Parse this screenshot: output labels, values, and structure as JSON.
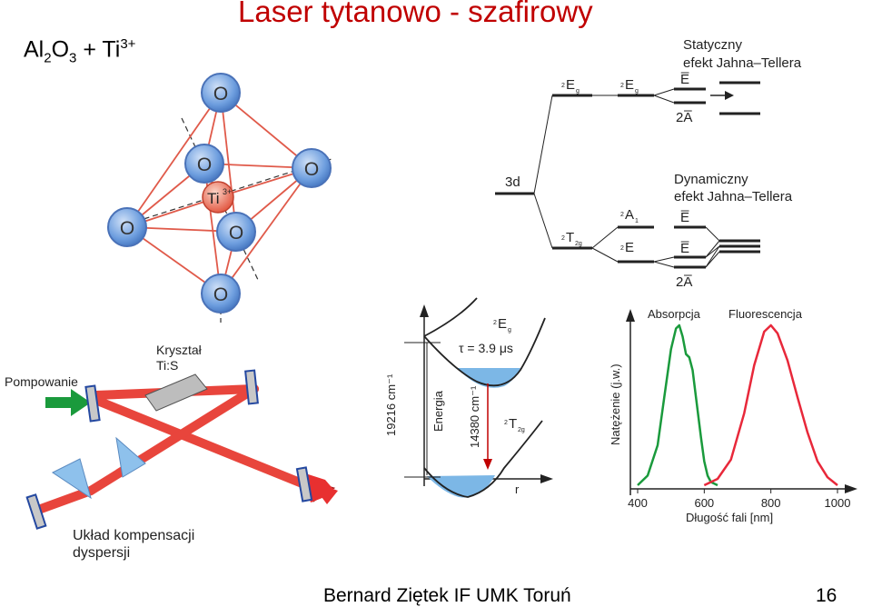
{
  "slide": {
    "title": "Laser tytanowo - szafirowy",
    "formula": {
      "base": "Al",
      "sub1": "2",
      "mid": "O",
      "sub2": "3",
      "plus": " + Ti",
      "sup": "3+"
    },
    "footer": "Bernard Ziętek IF UMK Toruń",
    "page_number": "16"
  },
  "crystal": {
    "oxygen_label": "O",
    "ti_label": "Ti",
    "ti_charge": "3+"
  },
  "levels": {
    "static_title_1": "Statyczny",
    "static_title_2": "efekt Jahna–Tellera",
    "dynamic_title_1": "Dynamiczny",
    "dynamic_title_2": "efekt Jahna–Tellera",
    "d3": "3d",
    "Eg": "E",
    "Eg_sup": "2",
    "Eg_sub": "g",
    "Eg2": "E",
    "Eg2_sup": "2",
    "Eg2_sub": "g",
    "T2g": "T",
    "T2g_sup": "2",
    "T2g_sub": "2g",
    "A1": "A",
    "A1_sup": "2",
    "A1_sub": "1",
    "E2": "E",
    "E2_sup": "2",
    "Ebar": "E̅",
    "A2bar": "2A̅"
  },
  "laser": {
    "pump_label": "Pompowanie",
    "crystal_label_1": "Kryształ",
    "crystal_label_2": "Ti:S",
    "comp_label_1": "Układ kompensacji",
    "comp_label_2": "dyspersji"
  },
  "energy": {
    "Eg_label": "E",
    "Eg_sup": "2",
    "Eg_sub": "g",
    "tau": "τ = 3.9 μs",
    "T2g_label": "T",
    "T2g_sup": "2",
    "T2g_sub": "2g",
    "energy_axis": "Energia",
    "r_axis": "r",
    "gap_big": "19216 cm⁻¹",
    "gap_small": "14380 cm⁻¹"
  },
  "chart_data": {
    "type": "line",
    "xlabel": "Długość fali [nm]",
    "ylabel": "Natężenie (j.w.)",
    "xlim": [
      400,
      1000
    ],
    "x_ticks": [
      400,
      600,
      800,
      1000
    ],
    "series": [
      {
        "name": "Absorpcja",
        "color": "#1a9a3c",
        "x": [
          400,
          430,
          460,
          480,
          500,
          515,
          525,
          535,
          545,
          555,
          565,
          575,
          590,
          600,
          610,
          620,
          640
        ],
        "y": [
          0.0,
          0.06,
          0.25,
          0.55,
          0.85,
          0.98,
          1.0,
          0.93,
          0.82,
          0.8,
          0.72,
          0.55,
          0.3,
          0.15,
          0.06,
          0.02,
          0.0
        ]
      },
      {
        "name": "Fluorescencja",
        "color": "#e8283a",
        "x": [
          600,
          640,
          680,
          720,
          750,
          780,
          800,
          820,
          850,
          880,
          910,
          940,
          970,
          1000
        ],
        "y": [
          0.0,
          0.04,
          0.16,
          0.45,
          0.75,
          0.96,
          1.0,
          0.95,
          0.78,
          0.55,
          0.33,
          0.15,
          0.05,
          0.0
        ]
      }
    ]
  }
}
